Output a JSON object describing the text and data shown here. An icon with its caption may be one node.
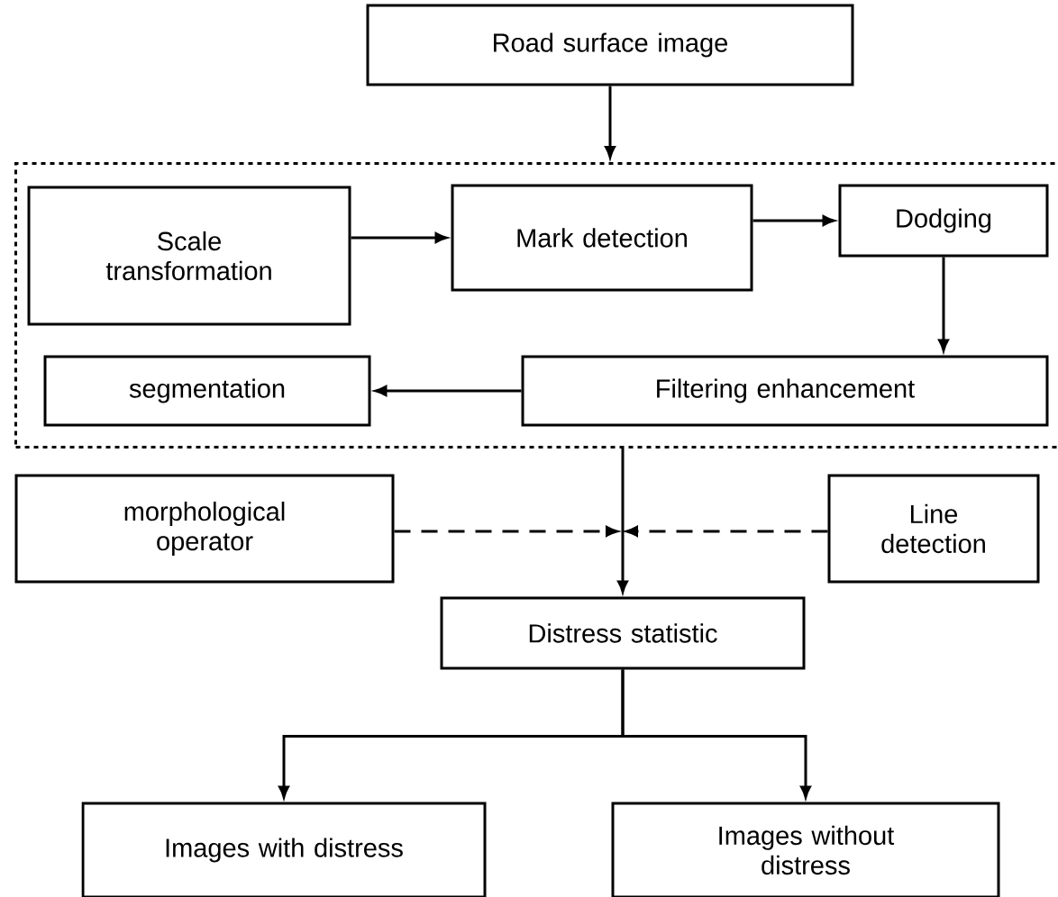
{
  "diagram": {
    "nodes": [
      {
        "text": [
          "Road surface image"
        ]
      },
      {
        "text": [],
        "shape": "box"
      },
      {
        "text": [
          "Scale transformation"
        ],
        "in": 1
      },
      {
        "text": [
          "Mark detection"
        ],
        "in": 1
      },
      {
        "text": [
          "Dodging"
        ],
        "in": 1
      },
      {
        "text": [
          "segmentation"
        ],
        "in": 1
      },
      {
        "text": [
          "Filtering enhancement"
        ],
        "in": 1
      },
      {
        "text": [
          "morphological operator"
        ]
      },
      {
        "text": [
          "Line detection"
        ]
      },
      {
        "text": [
          "Distress statistic"
        ]
      },
      {
        "text": [
          "Images with distress"
        ]
      },
      {
        "text": [
          "Images without distress"
        ]
      }
    ],
    "edges": [
      {
        "from": 0,
        "to": 1,
        "arrow": "to"
      },
      {
        "from": 2,
        "to": 3,
        "arrow": "to"
      },
      {
        "from": 3,
        "to": 4,
        "arrow": "to"
      },
      {
        "from": 4,
        "to": 6,
        "arrow": "to"
      },
      {
        "from": 6,
        "to": 5,
        "arrow": "to"
      },
      {
        "from": 1,
        "to": 9,
        "arrow": "to"
      },
      {
        "from": 7,
        "to": null,
        "arrow": "to",
        "style": "dashed"
      },
      {
        "from": 8,
        "to": null,
        "arrow": "to",
        "style": "dashed"
      },
      {
        "from": 9,
        "to": 10,
        "arrow": "to"
      },
      {
        "from": 9,
        "to": 11,
        "arrow": "to"
      }
    ]
  }
}
